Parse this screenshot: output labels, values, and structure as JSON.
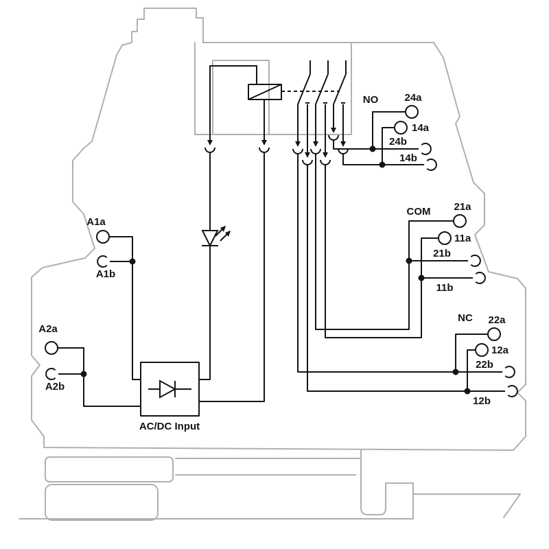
{
  "colors": {
    "outline": "#b0b0b0",
    "circuit": "#141414",
    "bg": "#ffffff"
  },
  "power_input": {
    "converter_label": "AC/DC Input",
    "terminals": {
      "a1a": "A1a",
      "a1b": "A1b",
      "a2a": "A2a",
      "a2b": "A2b"
    }
  },
  "contact_groups": {
    "no": {
      "name": "NO",
      "t_24a": "24a",
      "t_14a": "14a",
      "t_24b": "24b",
      "t_14b": "14b"
    },
    "com": {
      "name": "COM",
      "t_21a": "21a",
      "t_11a": "11a",
      "t_21b": "21b",
      "t_11b": "11b"
    },
    "nc": {
      "name": "NC",
      "t_22a": "22a",
      "t_12a": "12a",
      "t_22b": "22b",
      "t_12b": "12b"
    }
  }
}
